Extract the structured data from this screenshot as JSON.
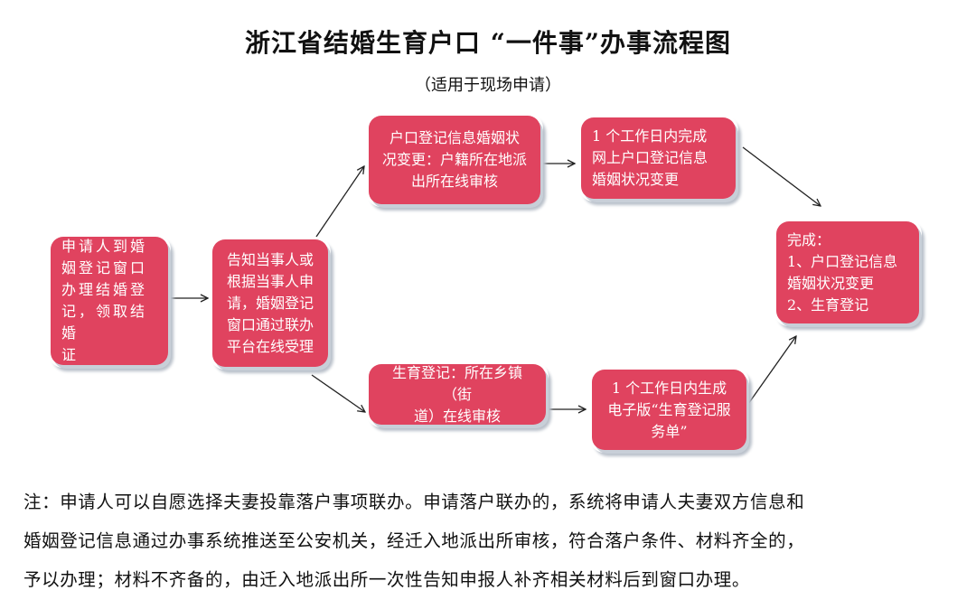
{
  "title": "浙江省结婚生育户口 “一件事”办事流程图",
  "subtitle": "（适用于现场申请）",
  "colors": {
    "box": "#e0435f",
    "text": "#ffffff",
    "arrow": "#222222"
  },
  "nodes": {
    "apply": "申请人到婚\n姻登记窗口\n办理结婚登\n记，领取结婚\n证",
    "accept": "告知当事人或\n根据当事人申\n请，婚姻登记\n窗口通过联办\n平台在线受理",
    "hukou_review": "户口登记信息婚姻状\n况变更：户籍所在地派\n出所在线审核",
    "hukou_done": "1 个工作日内完成\n网上户口登记信息\n婚姻状况变更",
    "birth_review": "生育登记：所在乡镇（街\n道）在线审核",
    "birth_done": "1 个工作日内生成\n电子版“生育登记服\n务单”",
    "complete": "完成：\n1、户口登记信息\n婚姻状况变更\n2、生育登记"
  },
  "note": "注：申请人可以自愿选择夫妻投靠落户事项联办。申请落户联办的，系统将申请人夫妻双方信息和\n婚姻登记信息通过办事系统推送至公安机关，经迁入地派出所审核，符合落户条件、材料齐全的，\n予以办理；材料不齐备的，由迁入地派出所一次性告知申报人补齐相关材料后到窗口办理。"
}
